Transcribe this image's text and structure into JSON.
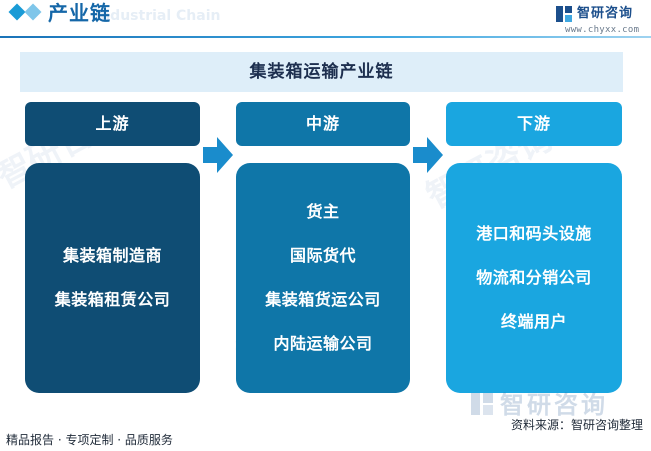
{
  "header": {
    "title": "产业链",
    "title_en": "Industrial Chain"
  },
  "logo": {
    "name": "智研咨询",
    "url": "www.chyxx.com"
  },
  "banner": {
    "title": "集装箱运输产业链"
  },
  "columns": [
    {
      "label": "上游",
      "items": [
        "集装箱制造商",
        "集装箱租赁公司"
      ]
    },
    {
      "label": "中游",
      "items": [
        "货主",
        "国际货代",
        "集装箱货运公司",
        "内陆运输公司"
      ]
    },
    {
      "label": "下游",
      "items": [
        "港口和码头设施",
        "物流和分销公司",
        "终端用户"
      ]
    }
  ],
  "colors": {
    "upstream": "#0f4d74",
    "midstream": "#0f76a8",
    "downstream": "#1aa6e0",
    "banner_bg": "#deeef9",
    "arrow": "#1a8ccc"
  },
  "footer": {
    "left": "精品报告 · 专项定制 · 品质服务",
    "source": "资料来源：智研咨询整理",
    "brand_watermark": "智研咨询"
  }
}
